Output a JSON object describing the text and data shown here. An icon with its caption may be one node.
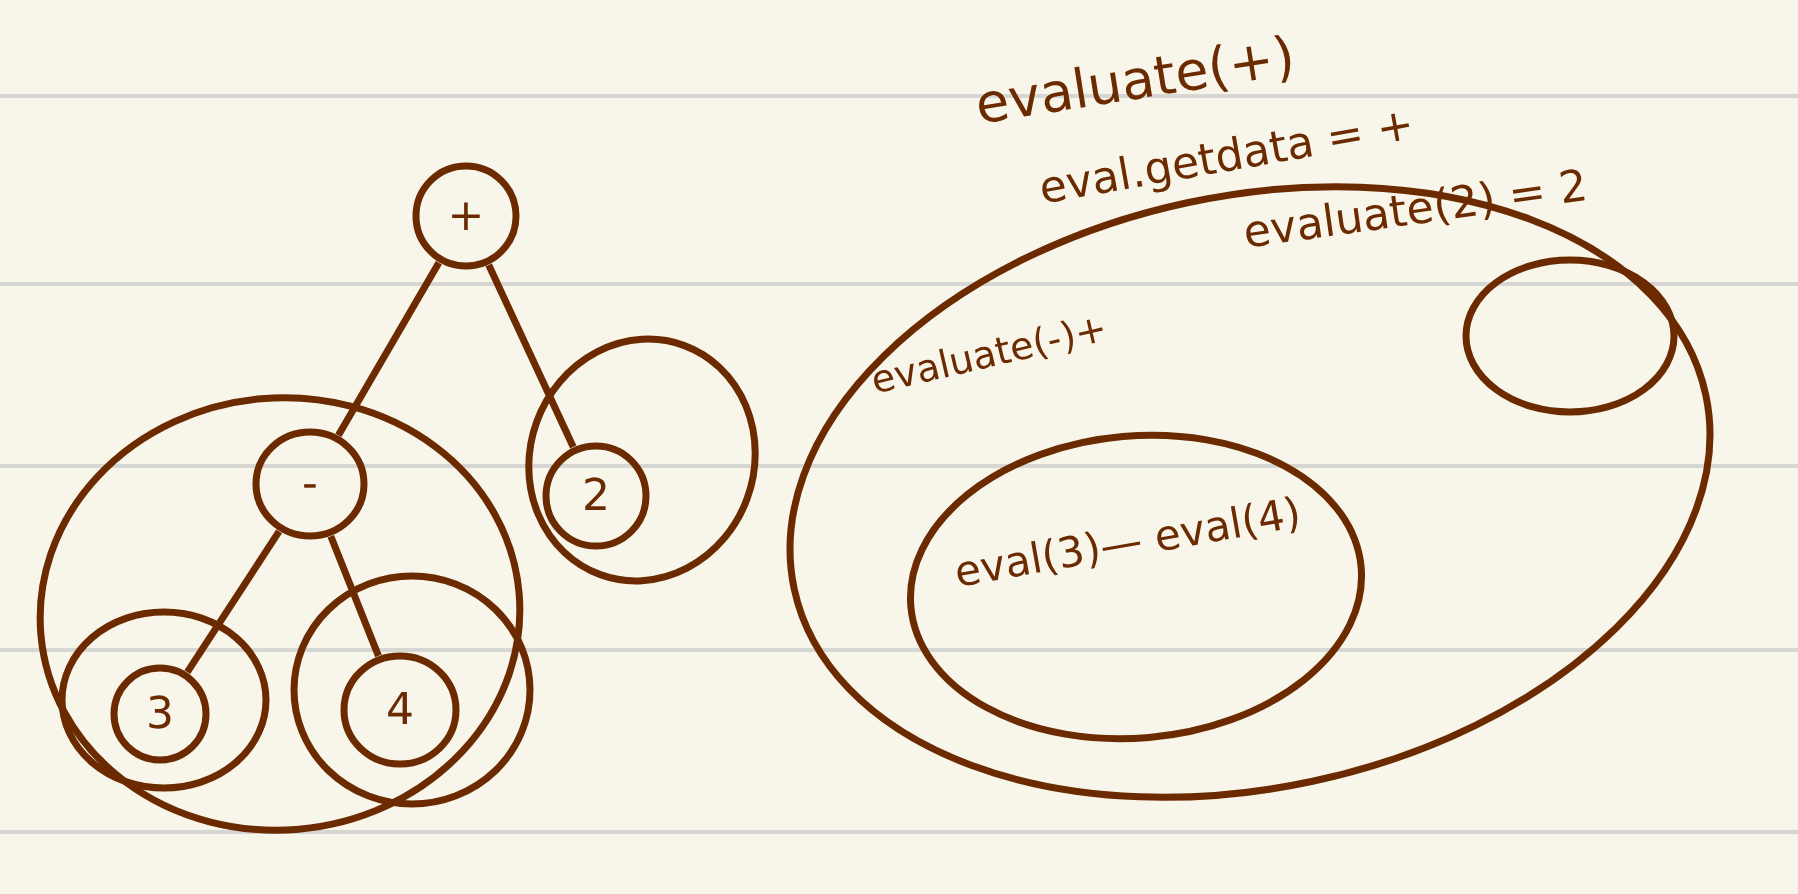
{
  "diagram": {
    "nodes": [
      {
        "text": [
          "+"
        ]
      },
      {
        "text": [],
        "shape": "circle"
      },
      {
        "text": [],
        "shape": "circle"
      },
      {
        "text": [
          "-"
        ],
        "in": 1
      },
      {
        "text": [],
        "shape": "circle",
        "in": 1
      },
      {
        "text": [
          "3"
        ],
        "in": 4
      },
      {
        "text": [],
        "shape": "circle",
        "in": 1
      },
      {
        "text": [
          "4"
        ],
        "in": 6
      },
      {
        "text": [
          "2"
        ],
        "in": 2
      },
      {
        "text": [],
        "shape": "circle"
      },
      {
        "text": [],
        "shape": "circle",
        "in": 9
      },
      {
        "text": [
          "eval(3)— eval(4)"
        ],
        "in": 9
      }
    ],
    "edges": [
      {
        "from": 0,
        "to": 3,
        "arrow": "none"
      },
      {
        "from": 0,
        "to": 8,
        "arrow": "none"
      },
      {
        "from": 3,
        "to": 5,
        "arrow": "none"
      },
      {
        "from": 3,
        "to": 7,
        "arrow": "none"
      }
    ],
    "labels": [
      "evaluate(+)",
      "eval.getdata = +",
      "evaluate(2) = 2",
      "evaluate(-)+"
    ]
  }
}
